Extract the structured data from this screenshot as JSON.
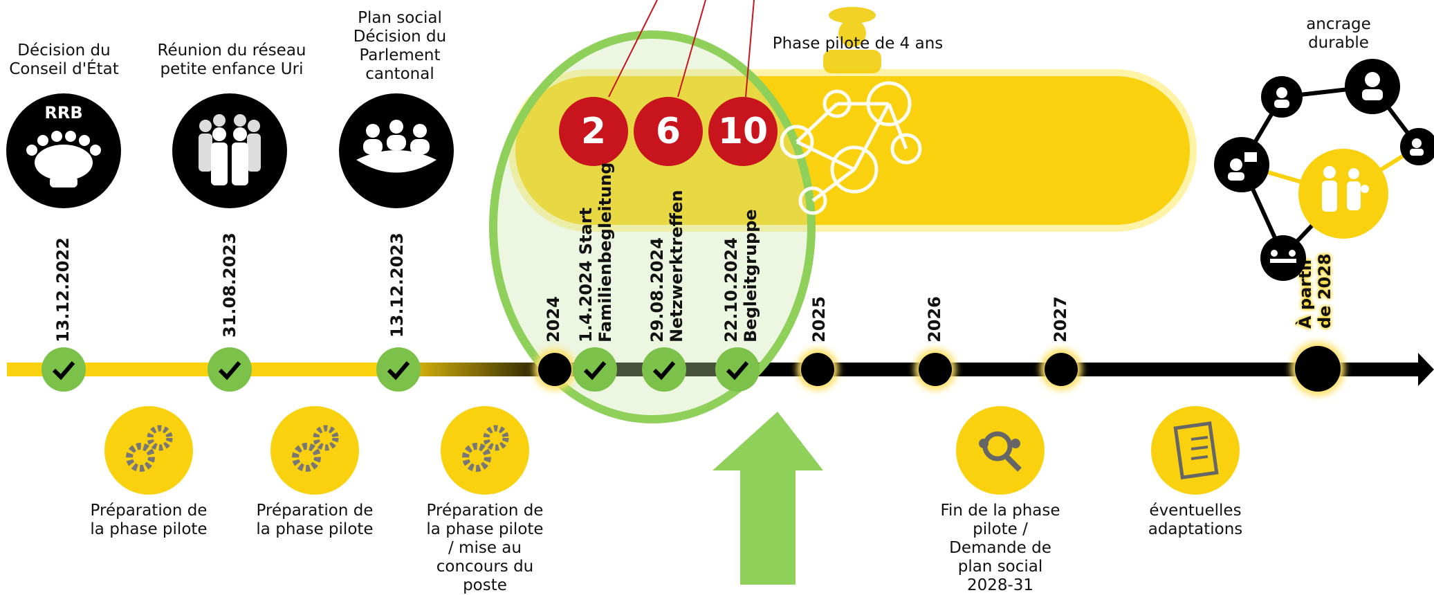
{
  "milestones_top": {
    "rrb": {
      "label": "Décision du\nConseil d'État",
      "badge": "RRB",
      "date": "13.12.2022"
    },
    "network": {
      "label": "Réunion du réseau\npetite enfance Uri",
      "date": "31.08.2023"
    },
    "parliament": {
      "label": "Plan social\nDécision du\nParlement\ncantonal",
      "date": "13.12.2023"
    }
  },
  "pilot_phase": {
    "title": "Phase pilote de 4 ans",
    "counters": [
      {
        "value": "2",
        "label": "1.4.2024 Start\nFamilienbegleitung"
      },
      {
        "value": "6",
        "label": "29.08.2024\nNetzwerktreffen"
      },
      {
        "value": "10",
        "label": "22.10.2024\nBegleitgruppe"
      }
    ]
  },
  "years": [
    "2024",
    "2025",
    "2026",
    "2027"
  ],
  "future": {
    "label": "À partir\nde 2028",
    "anchor_label": "ancrage\ndurable"
  },
  "bottom_items": [
    {
      "label": "Préparation de\nla phase pilote"
    },
    {
      "label": "Préparation de\nla phase pilote"
    },
    {
      "label": "Préparation de\nla phase pilote\n/ mise au\nconcours du\nposte"
    },
    {
      "label": "Fin de la phase\npilote /\nDemande de\nplan social\n2028-31"
    },
    {
      "label": "éventuelles\nadaptations"
    }
  ],
  "colors": {
    "yellow": "#f9d10f",
    "green": "#7cc24a",
    "red": "#c8141c",
    "black": "#000000"
  },
  "icons": [
    "council-table-icon",
    "group-people-icon",
    "meeting-table-icon",
    "gears-icon",
    "search-people-icon",
    "checklist-icon",
    "pilot-icon",
    "network-icon",
    "family-icon",
    "check-icon",
    "arrow-up-icon"
  ]
}
